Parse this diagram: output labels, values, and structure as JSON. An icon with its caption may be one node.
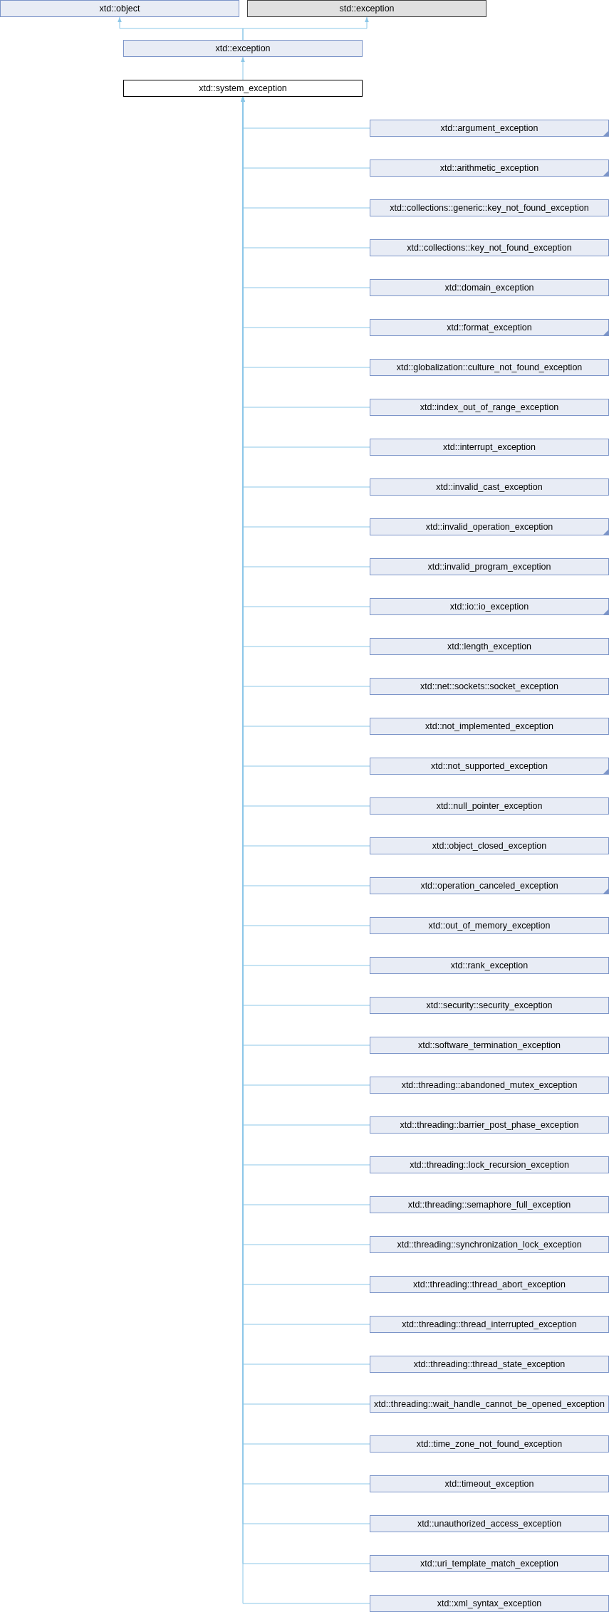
{
  "diagram": {
    "nodes": [
      {
        "text": [
          "xtd::object"
        ]
      },
      {
        "text": [
          "std::exception"
        ]
      },
      {
        "text": [
          "xtd::exception"
        ]
      },
      {
        "text": [
          "xtd::system_exception"
        ]
      },
      {
        "text": [
          "xtd::argument_exception"
        ]
      },
      {
        "text": [
          "xtd::arithmetic_exception"
        ]
      },
      {
        "text": [
          "xtd::collections::generic::key_not_found_exception"
        ]
      },
      {
        "text": [
          "xtd::collections::key_not_found_exception"
        ]
      },
      {
        "text": [
          "xtd::domain_exception"
        ]
      },
      {
        "text": [
          "xtd::format_exception"
        ]
      },
      {
        "text": [
          "xtd::globalization::culture_not_found_exception"
        ]
      },
      {
        "text": [
          "xtd::index_out_of_range_exception"
        ]
      },
      {
        "text": [
          "xtd::interrupt_exception"
        ]
      },
      {
        "text": [
          "xtd::invalid_cast_exception"
        ]
      },
      {
        "text": [
          "xtd::invalid_operation_exception"
        ]
      },
      {
        "text": [
          "xtd::invalid_program_exception"
        ]
      },
      {
        "text": [
          "xtd::io::io_exception"
        ]
      },
      {
        "text": [
          "xtd::length_exception"
        ]
      },
      {
        "text": [
          "xtd::net::sockets::socket_exception"
        ]
      },
      {
        "text": [
          "xtd::not_implemented_exception"
        ]
      },
      {
        "text": [
          "xtd::not_supported_exception"
        ]
      },
      {
        "text": [
          "xtd::null_pointer_exception"
        ]
      },
      {
        "text": [
          "xtd::object_closed_exception"
        ]
      },
      {
        "text": [
          "xtd::operation_canceled_exception"
        ]
      },
      {
        "text": [
          "xtd::out_of_memory_exception"
        ]
      },
      {
        "text": [
          "xtd::rank_exception"
        ]
      },
      {
        "text": [
          "xtd::security::security_exception"
        ]
      },
      {
        "text": [
          "xtd::software_termination_exception"
        ]
      },
      {
        "text": [
          "xtd::threading::abandoned_mutex_exception"
        ]
      },
      {
        "text": [
          "xtd::threading::barrier_post_phase_exception"
        ]
      },
      {
        "text": [
          "xtd::threading::lock_recursion_exception"
        ]
      },
      {
        "text": [
          "xtd::threading::semaphore_full_exception"
        ]
      },
      {
        "text": [
          "xtd::threading::synchronization_lock_exception"
        ]
      },
      {
        "text": [
          "xtd::threading::thread_abort_exception"
        ]
      },
      {
        "text": [
          "xtd::threading::thread_interrupted_exception"
        ]
      },
      {
        "text": [
          "xtd::threading::thread_state_exception"
        ]
      },
      {
        "text": [
          "xtd::threading::wait_handle_cannot_be_opened_exception"
        ]
      },
      {
        "text": [
          "xtd::time_zone_not_found_exception"
        ]
      },
      {
        "text": [
          "xtd::timeout_exception"
        ]
      },
      {
        "text": [
          "xtd::unauthorized_access_exception"
        ]
      },
      {
        "text": [
          "xtd::uri_template_match_exception"
        ]
      },
      {
        "text": [
          "xtd::xml_syntax_exception"
        ]
      }
    ],
    "edges": [
      {
        "from": 2,
        "to": 0,
        "arrow": "to"
      },
      {
        "from": 2,
        "to": 1,
        "arrow": "to"
      },
      {
        "from": 3,
        "to": 2,
        "arrow": "to"
      },
      {
        "from": 4,
        "to": 3,
        "arrow": "to"
      },
      {
        "from": 5,
        "to": 3,
        "arrow": "to"
      },
      {
        "from": 6,
        "to": 3,
        "arrow": "to"
      },
      {
        "from": 7,
        "to": 3,
        "arrow": "to"
      },
      {
        "from": 8,
        "to": 3,
        "arrow": "to"
      },
      {
        "from": 9,
        "to": 3,
        "arrow": "to"
      },
      {
        "from": 10,
        "to": 3,
        "arrow": "to"
      },
      {
        "from": 11,
        "to": 3,
        "arrow": "to"
      },
      {
        "from": 12,
        "to": 3,
        "arrow": "to"
      },
      {
        "from": 13,
        "to": 3,
        "arrow": "to"
      },
      {
        "from": 14,
        "to": 3,
        "arrow": "to"
      },
      {
        "from": 15,
        "to": 3,
        "arrow": "to"
      },
      {
        "from": 16,
        "to": 3,
        "arrow": "to"
      },
      {
        "from": 17,
        "to": 3,
        "arrow": "to"
      },
      {
        "from": 18,
        "to": 3,
        "arrow": "to"
      },
      {
        "from": 19,
        "to": 3,
        "arrow": "to"
      },
      {
        "from": 20,
        "to": 3,
        "arrow": "to"
      },
      {
        "from": 21,
        "to": 3,
        "arrow": "to"
      },
      {
        "from": 22,
        "to": 3,
        "arrow": "to"
      },
      {
        "from": 23,
        "to": 3,
        "arrow": "to"
      },
      {
        "from": 24,
        "to": 3,
        "arrow": "to"
      },
      {
        "from": 25,
        "to": 3,
        "arrow": "to"
      },
      {
        "from": 26,
        "to": 3,
        "arrow": "to"
      },
      {
        "from": 27,
        "to": 3,
        "arrow": "to"
      },
      {
        "from": 28,
        "to": 3,
        "arrow": "to"
      },
      {
        "from": 29,
        "to": 3,
        "arrow": "to"
      },
      {
        "from": 30,
        "to": 3,
        "arrow": "to"
      },
      {
        "from": 31,
        "to": 3,
        "arrow": "to"
      },
      {
        "from": 32,
        "to": 3,
        "arrow": "to"
      },
      {
        "from": 33,
        "to": 3,
        "arrow": "to"
      },
      {
        "from": 34,
        "to": 3,
        "arrow": "to"
      },
      {
        "from": 35,
        "to": 3,
        "arrow": "to"
      },
      {
        "from": 36,
        "to": 3,
        "arrow": "to"
      },
      {
        "from": 37,
        "to": 3,
        "arrow": "to"
      },
      {
        "from": 38,
        "to": 3,
        "arrow": "to"
      },
      {
        "from": 39,
        "to": 3,
        "arrow": "to"
      },
      {
        "from": 40,
        "to": 3,
        "arrow": "to"
      },
      {
        "from": 41,
        "to": 3,
        "arrow": "to"
      }
    ]
  }
}
